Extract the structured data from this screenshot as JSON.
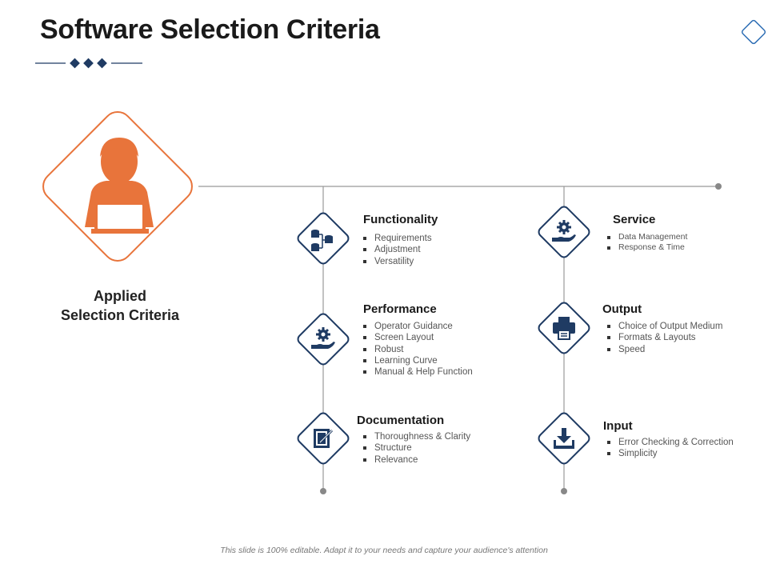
{
  "title": "Software Selection Criteria",
  "applied_label": [
    "Applied",
    "Selection Criteria"
  ],
  "colors": {
    "accent": "#E8743B",
    "navy": "#1F3B63",
    "line": "#999999"
  },
  "criteria": [
    {
      "heading": "Functionality",
      "icon": "database-hierarchy-icon",
      "items": [
        "Requirements",
        "Adjustment",
        "Versatility"
      ]
    },
    {
      "heading": "Performance",
      "icon": "gear-in-hand-icon",
      "items": [
        "Operator Guidance",
        "Screen Layout",
        "Robust",
        "Learning Curve",
        "Manual & Help Function"
      ]
    },
    {
      "heading": "Documentation",
      "icon": "document-pencil-icon",
      "items": [
        "Thoroughness & Clarity",
        "Structure",
        "Relevance"
      ]
    },
    {
      "heading": "Service",
      "icon": "gear-in-hand-icon",
      "items": [
        "Data Management",
        "Response & Time"
      ]
    },
    {
      "heading": "Output",
      "icon": "printer-icon",
      "items": [
        "Choice of Output Medium",
        "Formats & Layouts",
        "Speed"
      ]
    },
    {
      "heading": "Input",
      "icon": "download-tray-icon",
      "items": [
        "Error Checking & Correction",
        "Simplicity"
      ]
    }
  ],
  "footer": "This slide is 100% editable. Adapt it to your needs and capture your audience's attention"
}
